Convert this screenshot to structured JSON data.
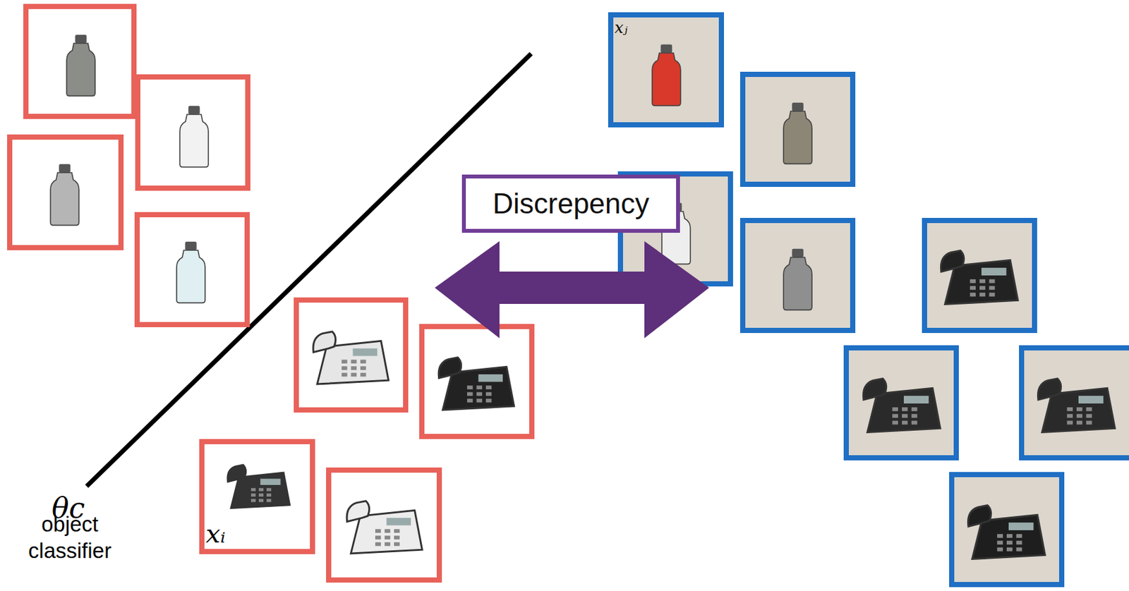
{
  "diagram": {
    "nodes": [
      {
        "text": [
          "Discrepency"
        ]
      }
    ],
    "labels": [
      "θc",
      "object classifier",
      "xᵢ",
      "xⱼ"
    ]
  }
}
